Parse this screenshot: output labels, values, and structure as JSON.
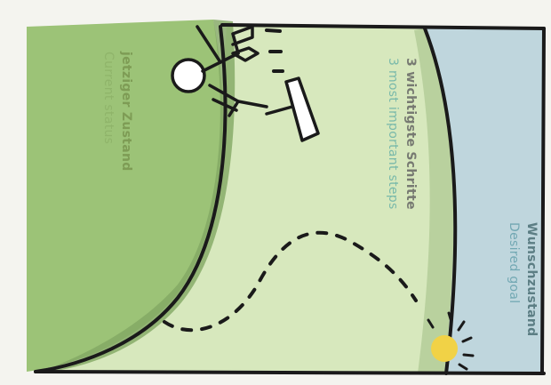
{
  "labels": {
    "current": {
      "de": "jetziger Zustand",
      "en": "Current status"
    },
    "steps": {
      "de": "3 wichtigste Schritte",
      "en": "3 most important steps"
    },
    "goal": {
      "de": "Wunschzustand",
      "en": "Desired goal"
    }
  },
  "colors": {
    "background": "#f4f4ef",
    "current_fill": "#9cc377",
    "current_shadow": "#82a763",
    "middle_fill": "#d7e8bd",
    "goal_fill": "#bfd6dd",
    "ink": "#1a1a1a",
    "sun": "#f1d246"
  },
  "icons": [
    "person-with-flag-icon",
    "sun-icon",
    "dashed-path"
  ]
}
